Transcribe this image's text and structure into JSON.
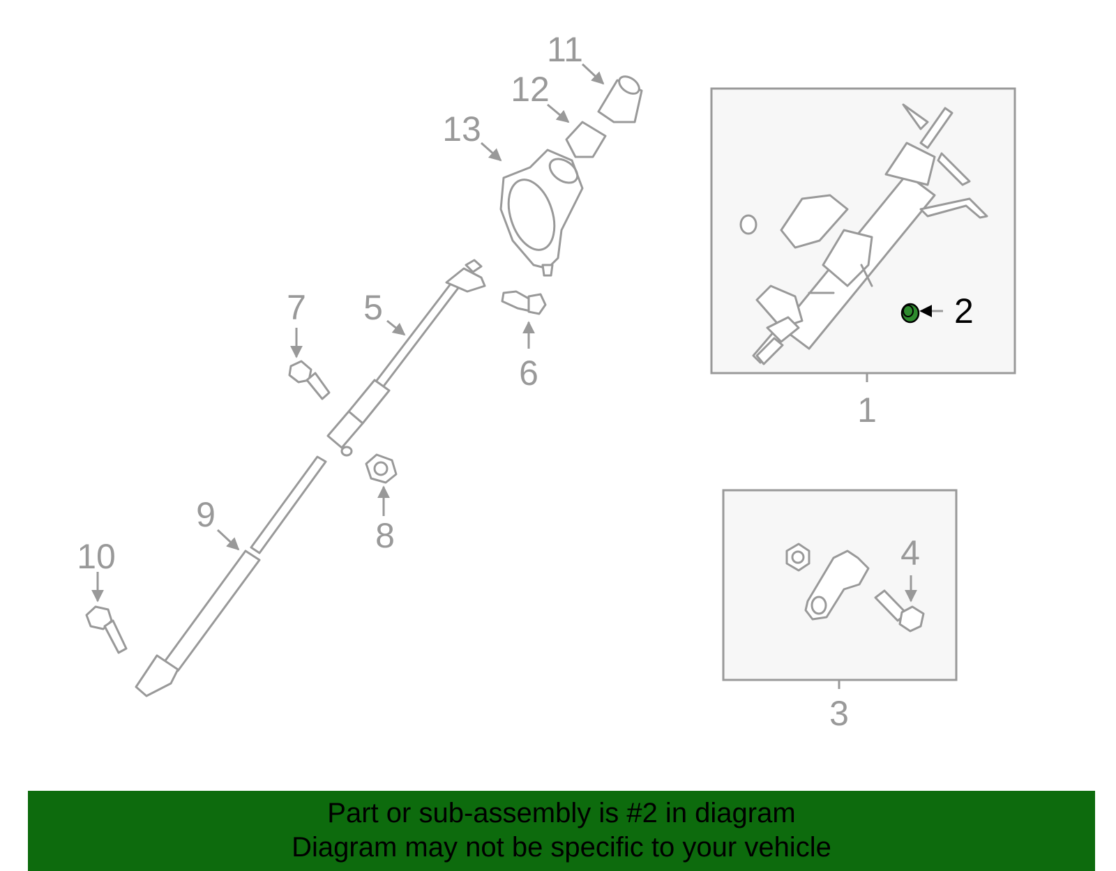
{
  "callouts": {
    "c1": "1",
    "c2": "2",
    "c3": "3",
    "c4": "4",
    "c5": "5",
    "c6": "6",
    "c7": "7",
    "c8": "8",
    "c9": "9",
    "c10": "10",
    "c11": "11",
    "c12": "12",
    "c13": "13"
  },
  "highlight": {
    "part": "2",
    "color": "#2e8b2e"
  },
  "banner": {
    "line1": "Part or sub-assembly is #2 in diagram",
    "line2": "Diagram may not be specific to your vehicle",
    "background": "#0d6b0d"
  }
}
